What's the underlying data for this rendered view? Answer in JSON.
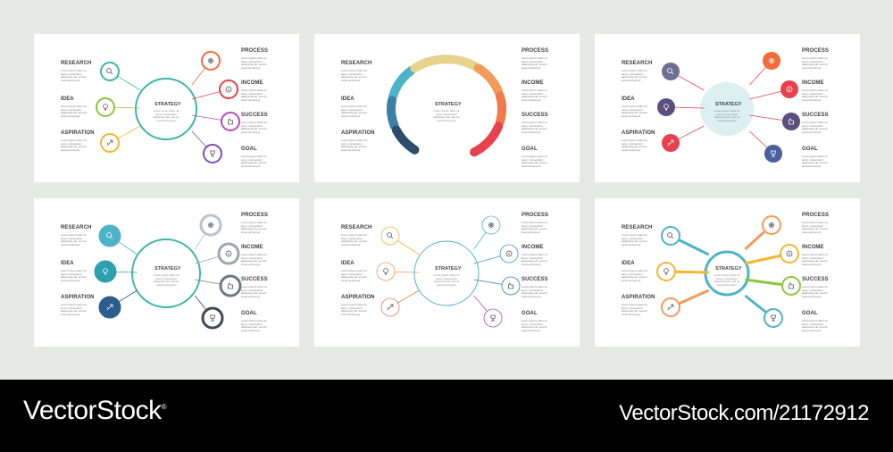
{
  "labels": {
    "research": "RESEARCH",
    "idea": "IDEA",
    "aspiration": "ASPIRATION",
    "process": "PROCESS",
    "income": "INCOME",
    "success": "SUCCESS",
    "goal": "GOAL",
    "strategy": "STRATEGY"
  },
  "description": "Lorem ipsum dolor sit amet, consectetur adipiscing elit, sed do eiusmod tempor",
  "center_description": "Lorem ipsum dolor sit amet, consectetur adipiscing elit, sed do eiusmod tempor",
  "colors": {
    "background": "#e7e9e6",
    "panel": "#ffffff",
    "footer": "#000000",
    "p1": [
      "#3fb6a8",
      "#8cc63f",
      "#f4b731",
      "#f26b3a",
      "#e8414d",
      "#b04fb6",
      "#7a4fbf"
    ],
    "p2": [
      "#4fb3c8",
      "#3a7fa5",
      "#2c4d6b",
      "#e8d38c",
      "#f29b5a",
      "#f07a4a",
      "#e8414d"
    ],
    "p3": [
      "#6f6f93",
      "#5a4f7d",
      "#e8414d",
      "#f26b3a",
      "#e8414d",
      "#5a4f7d",
      "#4a5f9e"
    ],
    "p4": [
      "#4fb3c8",
      "#2ea0b0",
      "#2c5d8f",
      "#b7c4cc",
      "#9aa9b2",
      "#6c7a84",
      "#3f4a52"
    ],
    "p5": [
      "#f4b731",
      "#f29b5a",
      "#f07a4a",
      "#4fb3c8",
      "#3a9cc8",
      "#2c7fa5",
      "#b04fb6"
    ],
    "p6": [
      "#4fb3c8",
      "#f4b731",
      "#f29b5a",
      "#f29b5a",
      "#f4b731",
      "#8cc63f",
      "#4fb3c8"
    ]
  },
  "icons": [
    "magnifier-icon",
    "lightbulb-icon",
    "rocket-icon",
    "gear-icon",
    "coin-icon",
    "hand-icon",
    "trophy-icon"
  ],
  "footer": {
    "brand": "VectorStock",
    "brand_mark": "®",
    "image_id": "VectorStock.com/21172912"
  }
}
